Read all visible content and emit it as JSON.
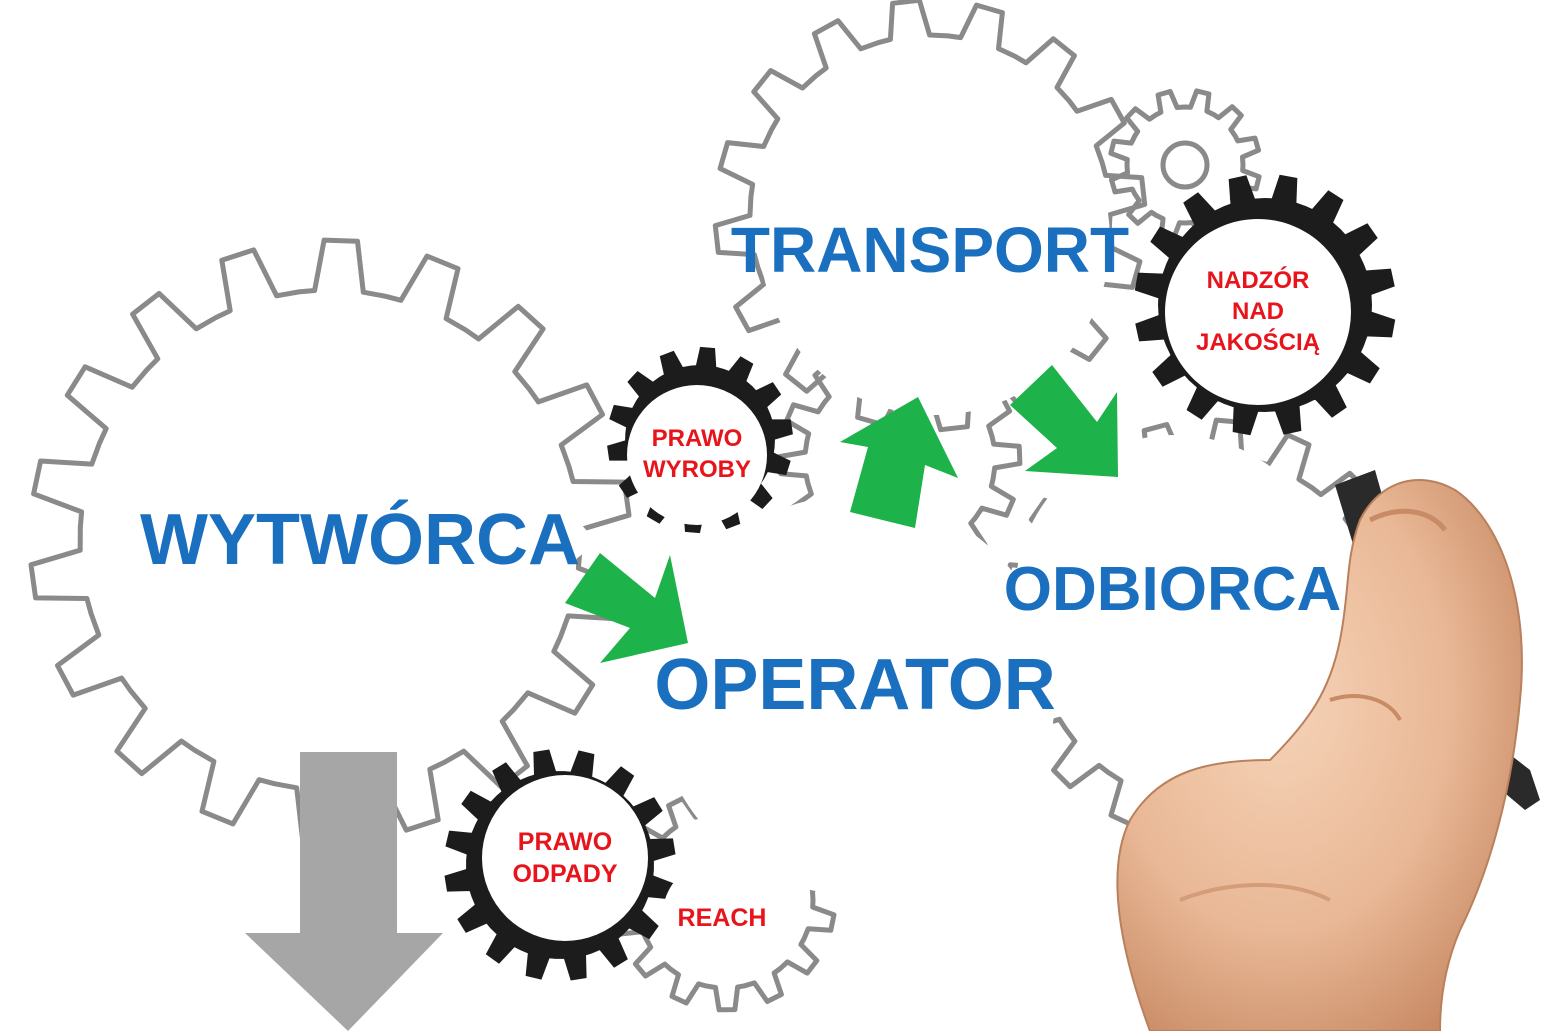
{
  "nodes": {
    "wytworca": "WYTWÓRCA",
    "operator": "OPERATOR",
    "transport": "TRANSPORT",
    "odbiorca": "ODBIORCA",
    "prawo_wyroby": [
      "PRAWO",
      "WYROBY"
    ],
    "nadzor": [
      "NADZÓR",
      "NAD",
      "JAKOŚCIĄ"
    ],
    "prawo_odpady": [
      "PRAWO",
      "ODPADY"
    ],
    "reach": "REACH"
  },
  "colors": {
    "main_label": "#1a6fbf",
    "secondary_label": "#e8141c",
    "flow_arrow": "#1db24a",
    "output_arrow": "#a6a6a6",
    "gear_outline": "#8a8a8a",
    "gear_dark": "#1c1c1c",
    "hand_skin": "#e9b896"
  },
  "icons": [
    "gear-icon",
    "hand-with-marker",
    "arrow-right-down-icon",
    "arrow-up-icon",
    "arrow-down-icon"
  ]
}
